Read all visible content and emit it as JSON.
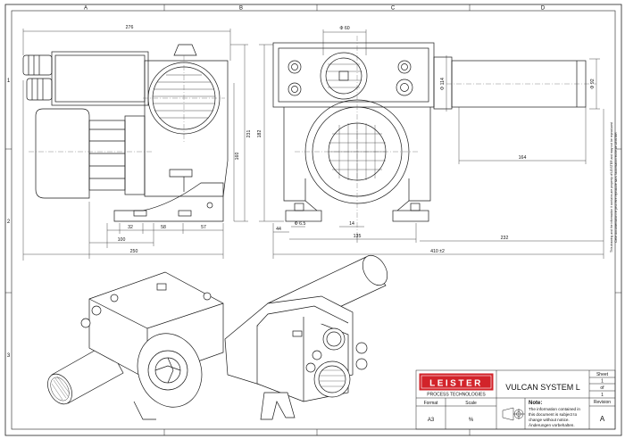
{
  "frame": {
    "columns": [
      "A",
      "B",
      "C",
      "D"
    ],
    "rows": [
      "1",
      "2",
      "3"
    ]
  },
  "dimensions": {
    "side_view": {
      "total_length": "276",
      "height_1": "231",
      "height_2": "160",
      "d32": "32",
      "d58": "58",
      "d57": "57",
      "d100": "100",
      "d250": "250"
    },
    "front_view": {
      "dia_60": "Φ 60",
      "dia_114": "Φ 114",
      "dia_92": "Φ 92",
      "h182": "182",
      "d164": "164",
      "d44": "44",
      "dia_65": "Φ 6.5",
      "d14": "14",
      "d135": "135",
      "d232": "232",
      "d410": "410 ±2"
    }
  },
  "title_block": {
    "brand": "LEISTER",
    "brand_sub": "PROCESS TECHNOLOGIES",
    "product": "VULCAN SYSTEM L",
    "sheet_label": "Sheet",
    "sheet_num": "1",
    "of_label": "of",
    "sheet_total": "1",
    "format_label": "Format",
    "format_value": "A3",
    "scale_label": "Scale",
    "scale_value": "%",
    "note_label": "Note:",
    "note_text_1": "The information contained in",
    "note_text_2": "this document is subject to",
    "note_text_3": "change without notice.",
    "note_text_4": "Änderungen vorbehalten.",
    "revision_label": "Revision",
    "revision_value": "A"
  },
  "side_note": {
    "line1": "This drawing and the information it contains are property of LEISTER and may not be reproduced",
    "line2": "Cette documentation ne peut être reproduite sans l'autorisation écrite de LEISTER"
  },
  "colors": {
    "brand_red": "#d2232a",
    "line": "#1a1a1a"
  }
}
